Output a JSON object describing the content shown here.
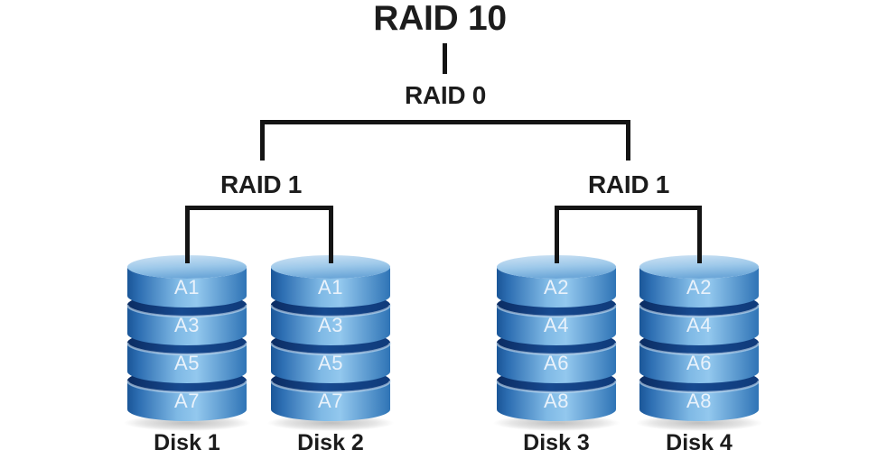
{
  "title": "RAID 10",
  "tree": {
    "root_label": "RAID 0",
    "groups": [
      {
        "label": "RAID 1",
        "disks": [
          {
            "name": "Disk 1",
            "blocks": [
              "A1",
              "A3",
              "A5",
              "A7"
            ]
          },
          {
            "name": "Disk 2",
            "blocks": [
              "A1",
              "A3",
              "A5",
              "A7"
            ]
          }
        ]
      },
      {
        "label": "RAID 1",
        "disks": [
          {
            "name": "Disk 3",
            "blocks": [
              "A2",
              "A4",
              "A6",
              "A8"
            ]
          },
          {
            "name": "Disk 4",
            "blocks": [
              "A2",
              "A4",
              "A6",
              "A8"
            ]
          }
        ]
      }
    ]
  },
  "colors": {
    "background": "#ffffff",
    "line": "#141414",
    "text": "#1c1c1c",
    "disk_face_dark": "#1a5698",
    "disk_face_light": "#93c8ee",
    "disk_separator": "#0b2c62",
    "disk_top_light": "#cfe3f4",
    "block_label_text": "#e9f2fb"
  }
}
